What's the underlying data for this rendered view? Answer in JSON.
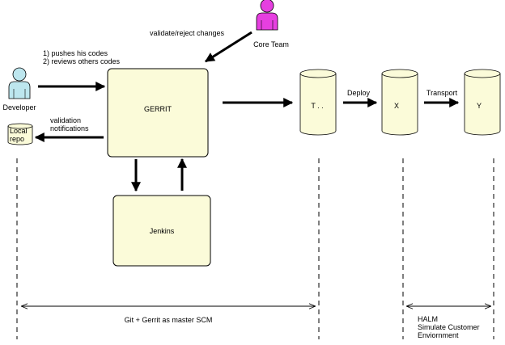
{
  "colors": {
    "node_fill": "#fbfbd9",
    "node_stroke": "#000000",
    "developer_fill": "#bde6ee",
    "core_team_fill": "#e63fe0",
    "arrow": "#000000",
    "guide": "#000000"
  },
  "actors": {
    "developer": {
      "label": "Developer"
    },
    "core_team": {
      "label": "Core Team"
    }
  },
  "nodes": {
    "gerrit": {
      "label": "GERRIT"
    },
    "jenkins": {
      "label": "Jenkins"
    },
    "local_repo": {
      "line1": "Local",
      "line2": "repo"
    },
    "system_t": {
      "label": "T . ."
    },
    "system_x": {
      "label": "X"
    },
    "system_y": {
      "label": "Y"
    }
  },
  "edges": {
    "developer_to_gerrit": {
      "line1": "1) pushes his codes",
      "line2": "2) reviews others codes"
    },
    "core_team_to_gerrit": {
      "label": "validate/reject changes"
    },
    "gerrit_to_local": {
      "line1": "validation",
      "line2": "notifications"
    },
    "t_to_x": {
      "label": "Deploy"
    },
    "x_to_y": {
      "label": "Transport"
    }
  },
  "scopes": {
    "git_gerrit": {
      "label": "Git + Gerrit as master SCM"
    },
    "halm": {
      "line1": "HALM",
      "line2": "Simulate Customer",
      "line3": "Enviornment"
    }
  }
}
